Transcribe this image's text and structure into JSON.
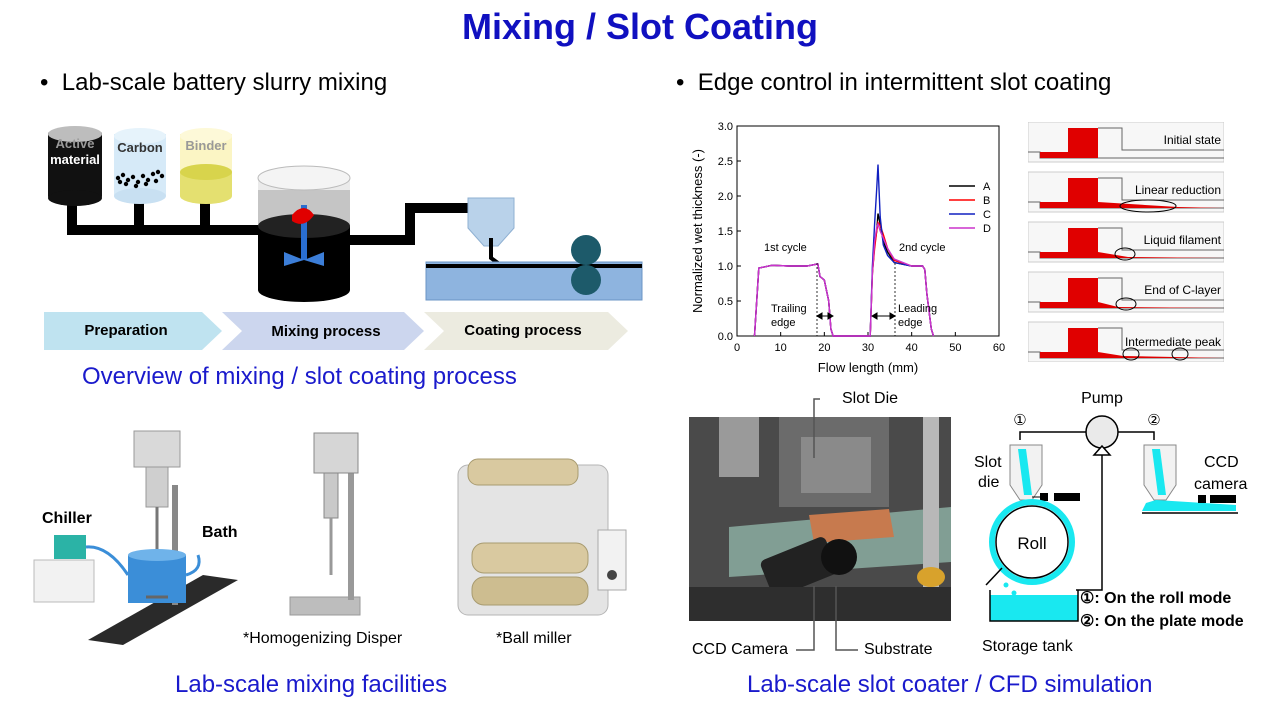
{
  "title": "Mixing / Slot Coating",
  "left": {
    "bullet": "Lab-scale battery slurry mixing",
    "mixing_diagram": {
      "tanks": [
        "Active material",
        "Carbon",
        "Binder"
      ],
      "tank_active_line1": "Active",
      "tank_active_line2": "material",
      "steps": [
        "Preparation",
        "Mixing process",
        "Coating process"
      ]
    },
    "caption1": "Overview of mixing / slot coating process",
    "facilities": {
      "chiller": "Chiller",
      "bath": "Bath",
      "disper": "*Homogenizing Disper",
      "ball_miller": "*Ball miller"
    },
    "caption2": "Lab-scale mixing facilities"
  },
  "right": {
    "bullet": "Edge control in intermittent slot coating",
    "chart_data": {
      "type": "line",
      "title": "",
      "xlabel": "Flow length (mm)",
      "ylabel": "Normalized wet thickness (-)",
      "xlim": [
        0,
        60
      ],
      "ylim": [
        0.0,
        3.0
      ],
      "xticks": [
        0,
        10,
        20,
        30,
        40,
        50,
        60
      ],
      "yticks": [
        0.0,
        0.5,
        1.0,
        1.5,
        2.0,
        2.5,
        3.0
      ],
      "annotations": [
        "1st cycle",
        "2nd cycle",
        "Trailing edge",
        "Leading edge"
      ],
      "trailing_line1": "Trailing",
      "trailing_line2": "edge",
      "leading_line1": "Leading",
      "leading_line2": "edge",
      "legend_placement": "right",
      "series": [
        {
          "name": "A",
          "color": "#000000",
          "x": [
            4,
            5,
            8,
            12,
            16,
            18.5,
            19,
            20,
            21,
            21.5,
            22,
            30.5,
            31,
            31.5,
            32,
            32.3,
            32.8,
            33.5,
            34.5,
            36,
            40,
            42.5,
            43,
            43.5,
            44.5,
            45
          ],
          "y": [
            0,
            0.97,
            1.01,
            1.0,
            1.0,
            1.03,
            0.85,
            0.8,
            0.5,
            0.1,
            0,
            0,
            0.9,
            1.3,
            1.5,
            1.75,
            1.6,
            1.35,
            1.2,
            1.05,
            1.0,
            1.0,
            0.95,
            0.6,
            0.1,
            0
          ]
        },
        {
          "name": "B",
          "color": "#ff0000",
          "x": [
            4,
            5,
            8,
            12,
            16,
            18.5,
            19,
            20,
            21,
            21.5,
            22,
            30.5,
            31,
            31.5,
            32,
            32.3,
            32.8,
            33.5,
            34.5,
            36,
            40,
            42.5,
            43,
            43.5,
            44.5,
            45
          ],
          "y": [
            0,
            0.97,
            1.01,
            1.0,
            1.0,
            1.03,
            0.85,
            0.8,
            0.5,
            0.1,
            0,
            0,
            0.9,
            1.25,
            1.5,
            1.62,
            1.58,
            1.45,
            1.25,
            1.08,
            1.0,
            1.0,
            0.95,
            0.6,
            0.1,
            0
          ]
        },
        {
          "name": "C",
          "color": "#1020c0",
          "x": [
            4,
            5,
            8,
            12,
            16,
            18.5,
            19,
            20,
            21,
            21.5,
            22,
            30.5,
            31,
            31.5,
            32,
            32.3,
            32.8,
            33.5,
            34.5,
            36,
            40,
            42.5,
            43,
            43.5,
            44.5,
            45
          ],
          "y": [
            0,
            0.97,
            1.01,
            1.0,
            1.0,
            1.03,
            0.85,
            0.8,
            0.5,
            0.1,
            0,
            0,
            1.0,
            1.6,
            2.1,
            2.45,
            1.7,
            1.3,
            1.15,
            1.05,
            1.0,
            1.0,
            0.95,
            0.6,
            0.1,
            0
          ]
        },
        {
          "name": "D",
          "color": "#cc33cc",
          "x": [
            4,
            5,
            8,
            12,
            16,
            18.5,
            19,
            20,
            21,
            21.5,
            22,
            30.5,
            31,
            31.5,
            32,
            32.3,
            32.8,
            33.5,
            34.5,
            36,
            40,
            42.5,
            43,
            43.5,
            44.5,
            45
          ],
          "y": [
            0,
            0.97,
            1.01,
            1.0,
            1.0,
            1.03,
            0.85,
            0.8,
            0.5,
            0.1,
            0,
            0,
            0.9,
            1.35,
            1.55,
            1.6,
            1.5,
            1.4,
            1.25,
            1.1,
            1.0,
            1.0,
            0.95,
            0.6,
            0.1,
            0
          ]
        }
      ]
    },
    "cfd_states": [
      "Initial state",
      "Linear reduction",
      "Liquid filament",
      "End of C-layer",
      "Intermediate peak"
    ],
    "coater": {
      "slot_die_label": "Slot Die",
      "ccd_camera_label": "CCD Camera",
      "substrate_label": "Substrate",
      "pump": "Pump",
      "mark1": "①",
      "mark2": "②",
      "slot_die_line1": "Slot",
      "slot_die_line2": "die",
      "ccd_line1": "CCD",
      "ccd_line2": "camera",
      "roll": "Roll",
      "storage_tank": "Storage tank",
      "mode1": "①: On the roll mode",
      "mode2": "②: On the plate mode"
    },
    "caption": "Lab-scale slot coater / CFD simulation"
  },
  "colors": {
    "title": "#1010c0",
    "caption": "#1a1acc",
    "slurry_red": "#e00000",
    "fluid_cyan": "#19e8f0",
    "pipe": "#000000"
  }
}
